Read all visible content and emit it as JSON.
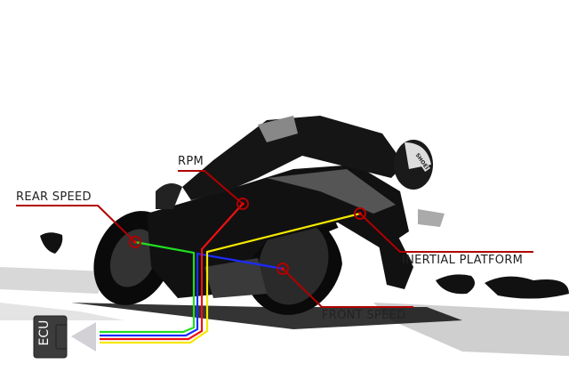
{
  "labels": {
    "rear_speed": "REAR SPEED",
    "rpm": "RPM",
    "inertial_platform": "INERTIAL PLATFORM",
    "front_speed": "FRONT SPEED"
  },
  "ecu": {
    "label": "ECU"
  },
  "wire_colors": {
    "rear_speed": "#22dd22",
    "front_speed": "#1a2bff",
    "rpm": "#ee1111",
    "inertial_platform": "#f5e800"
  },
  "marker_color": "#b00000",
  "helmet_text": "SHOEI"
}
